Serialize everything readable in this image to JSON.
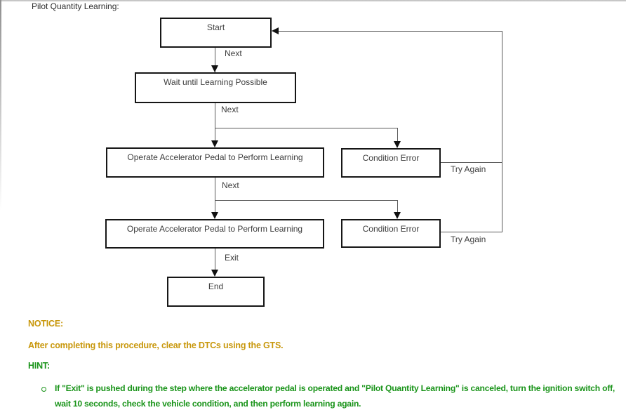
{
  "title": "Pilot Quantity Learning:",
  "flowchart": {
    "nodes": {
      "start": "Start",
      "wait": "Wait until Learning Possible",
      "operate1": "Operate Accelerator Pedal to Perform Learning",
      "cond_error1": "Condition Error",
      "operate2": "Operate Accelerator Pedal to Perform Learning",
      "cond_error2": "Condition Error",
      "end": "End"
    },
    "edge_labels": {
      "next1": "Next",
      "next2": "Next",
      "next3": "Next",
      "exit": "Exit",
      "try_again1": "Try Again",
      "try_again2": "Try Again"
    }
  },
  "notice": {
    "label": "NOTICE:",
    "body": "After completing this procedure, clear the DTCs using the GTS.",
    "color": "#C8970B"
  },
  "hint": {
    "label": "HINT:",
    "items": [
      "If \"Exit\" is pushed during the step where the accelerator pedal is operated and \"Pilot Quantity Learning\" is canceled, turn the ignition switch off, wait 10 seconds, check the vehicle condition, and then perform learning again."
    ],
    "color": "#1A941A"
  }
}
